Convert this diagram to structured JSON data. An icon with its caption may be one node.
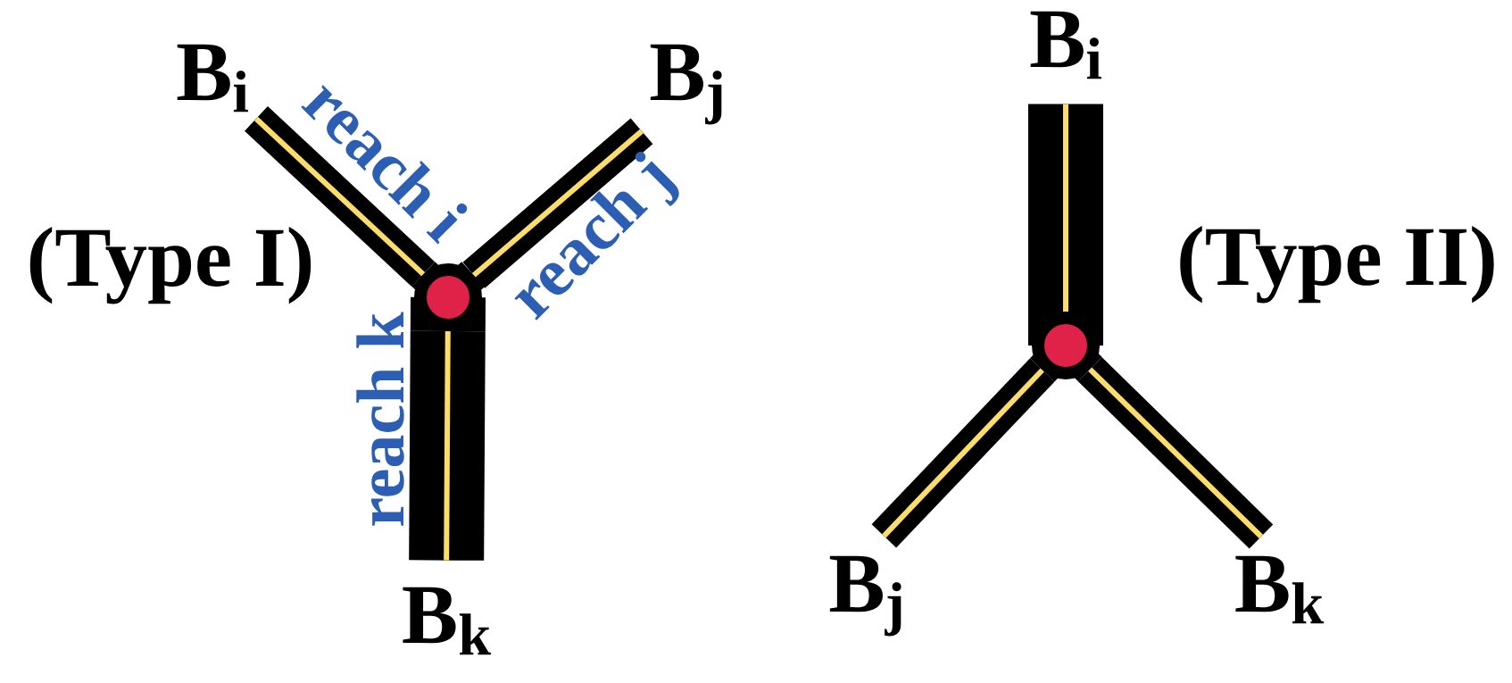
{
  "diagram": {
    "nodes": [
      {
        "text": [
          "B$_{i}$"
        ]
      },
      {
        "text": [
          "B$_{j}$"
        ]
      },
      {
        "text": [],
        "shape": "circle"
      },
      {
        "text": [
          "B$_{k}$"
        ]
      },
      {
        "text": [
          "B$_{i}$"
        ]
      },
      {
        "text": [],
        "shape": "circle"
      },
      {
        "text": [
          "B$_{j}$"
        ]
      },
      {
        "text": [
          "B$_{k}$"
        ]
      }
    ],
    "edges": [
      {
        "from": 0,
        "to": 2,
        "arrow": "none",
        "label": "reach i"
      },
      {
        "from": 1,
        "to": 2,
        "arrow": "none",
        "label": "reach j"
      },
      {
        "from": 2,
        "to": 3,
        "arrow": "none",
        "label": "reach k",
        "style": "thick"
      },
      {
        "from": 4,
        "to": 5,
        "arrow": "none",
        "style": "thick"
      },
      {
        "from": 5,
        "to": 6,
        "arrow": "none"
      },
      {
        "from": 5,
        "to": 7,
        "arrow": "none"
      }
    ],
    "labels": [
      "(Type I)",
      "(Type II)"
    ]
  }
}
